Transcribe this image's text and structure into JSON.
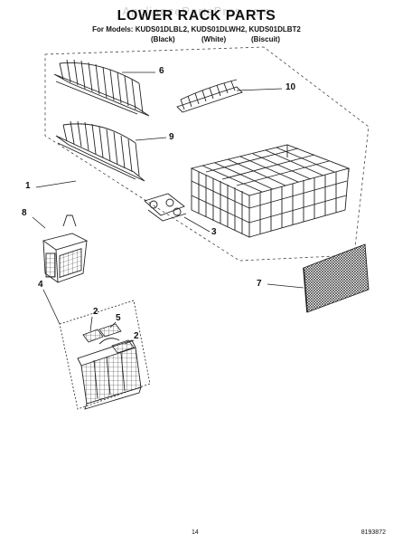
{
  "watermark": "AppliancePartsPros.com",
  "title": "LOWER RACK PARTS",
  "models_line": "For Models: KUDS01DLBL2, KUDS01DLWH2, KUDS01DLBT2",
  "colors": [
    "(Black)",
    "(White)",
    "(Biscuit)"
  ],
  "callouts": [
    "6",
    "10",
    "9",
    "1",
    "3",
    "8",
    "7",
    "4",
    "2",
    "5",
    "2"
  ],
  "page_number": "14",
  "doc_number": "8193872"
}
